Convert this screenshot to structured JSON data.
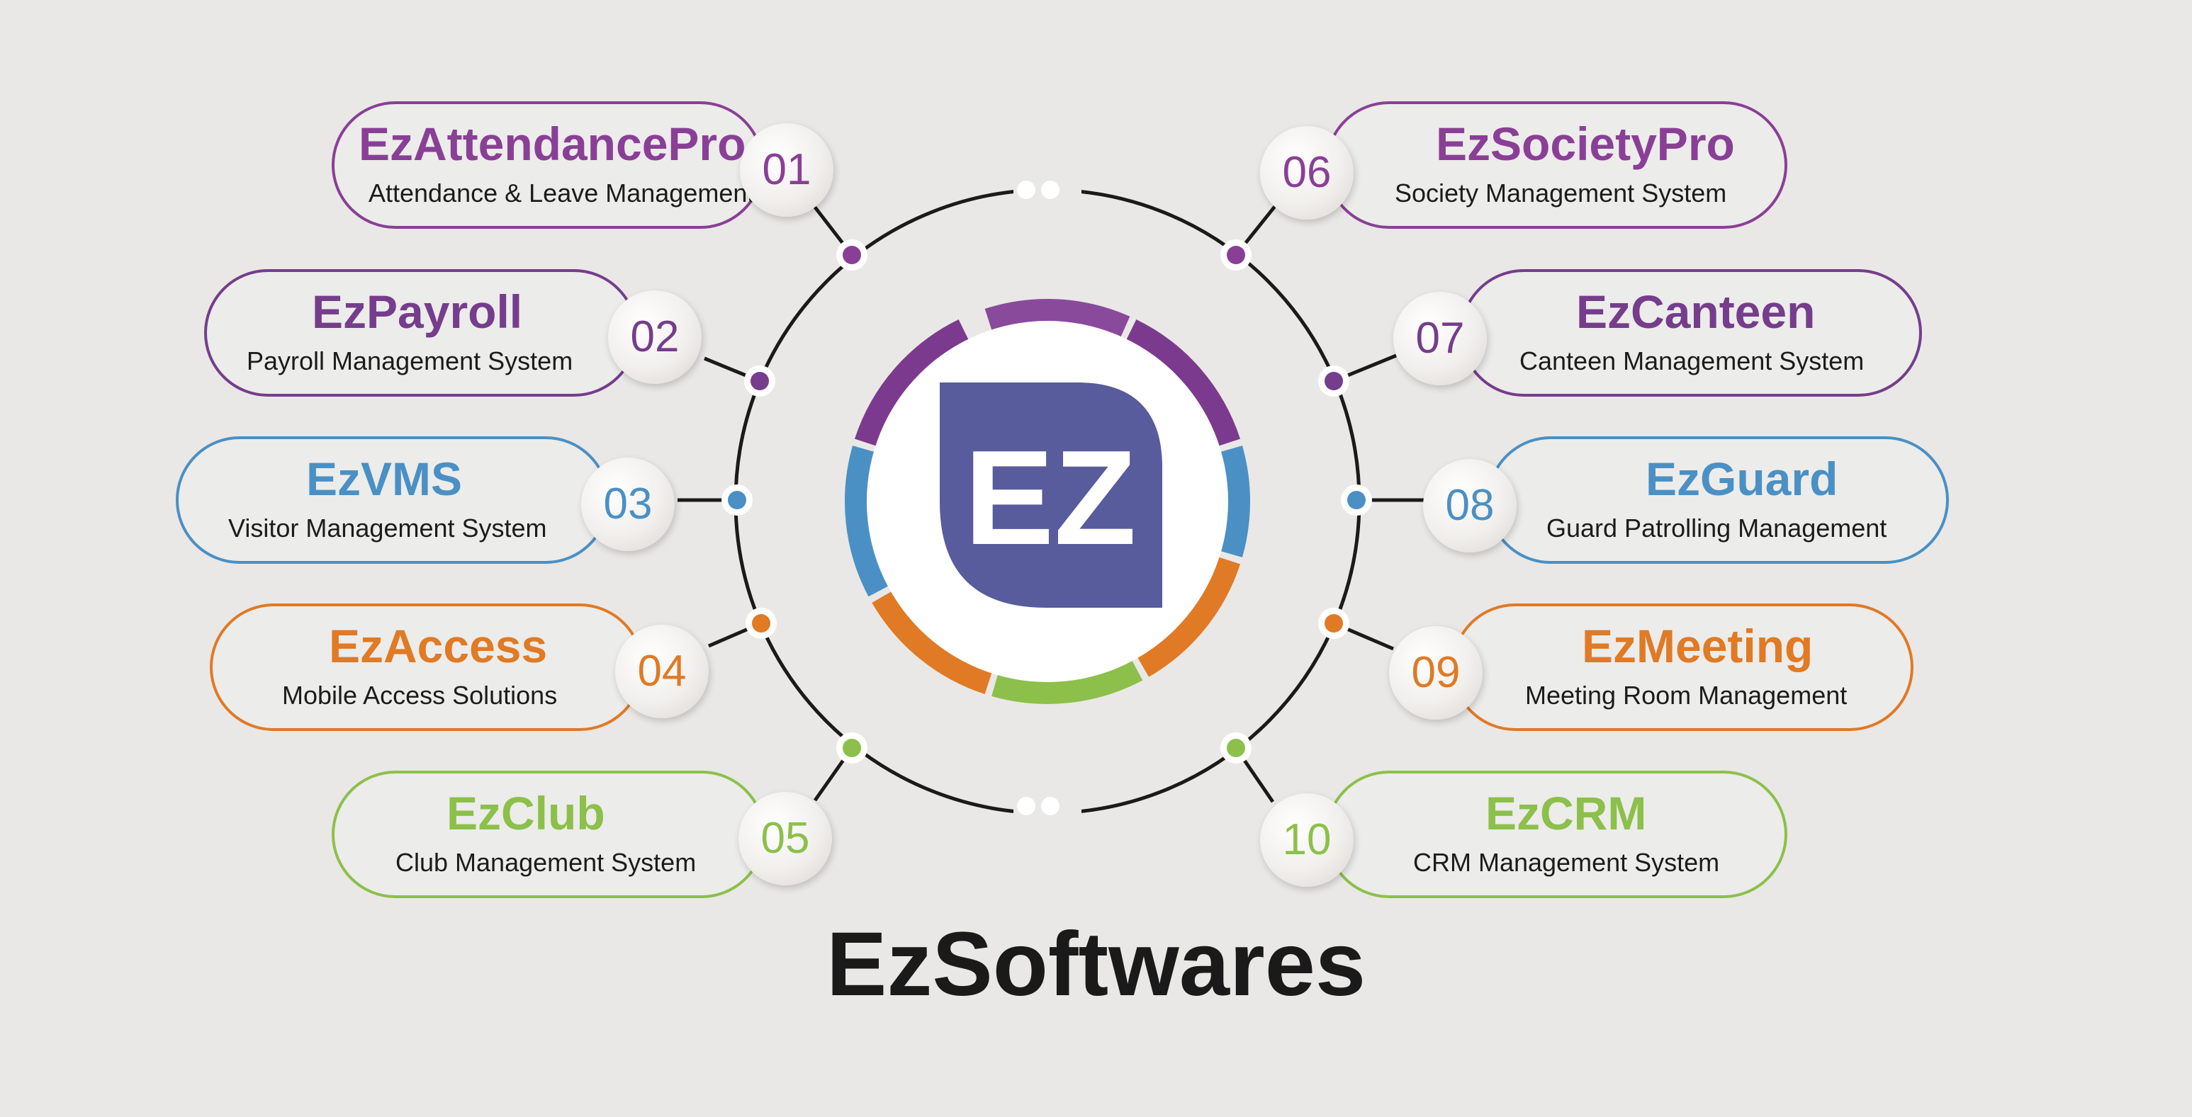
{
  "title": "EzSoftwares",
  "logo_text": "EZ",
  "colors": {
    "purple": "#7b3a8e",
    "blue": "#4a90c4",
    "orange": "#e07a25",
    "green": "#8cc04a",
    "logo_bg": "#585b9c"
  },
  "products": [
    {
      "num": "01",
      "name": "EzAttendancePro",
      "desc": "Attendance & Leave Management",
      "color": "#8a3f96"
    },
    {
      "num": "02",
      "name": "EzPayroll",
      "desc": "Payroll Management System",
      "color": "#753d8c"
    },
    {
      "num": "03",
      "name": "EzVMS",
      "desc": "Visitor Management System",
      "color": "#4a90c4"
    },
    {
      "num": "04",
      "name": "EzAccess",
      "desc": "Mobile Access Solutions",
      "color": "#e07a25"
    },
    {
      "num": "05",
      "name": "EzClub",
      "desc": "Club Management System",
      "color": "#8cc04a"
    },
    {
      "num": "06",
      "name": "EzSocietyPro",
      "desc": "Society Management System",
      "color": "#8a3f96"
    },
    {
      "num": "07",
      "name": "EzCanteen",
      "desc": "Canteen Management System",
      "color": "#753d8c"
    },
    {
      "num": "08",
      "name": "EzGuard",
      "desc": "Guard Patrolling Management",
      "color": "#4a90c4"
    },
    {
      "num": "09",
      "name": "EzMeeting",
      "desc": "Meeting Room Management",
      "color": "#e07a25"
    },
    {
      "num": "10",
      "name": "EzCRM",
      "desc": "CRM Management System",
      "color": "#8cc04a"
    }
  ]
}
